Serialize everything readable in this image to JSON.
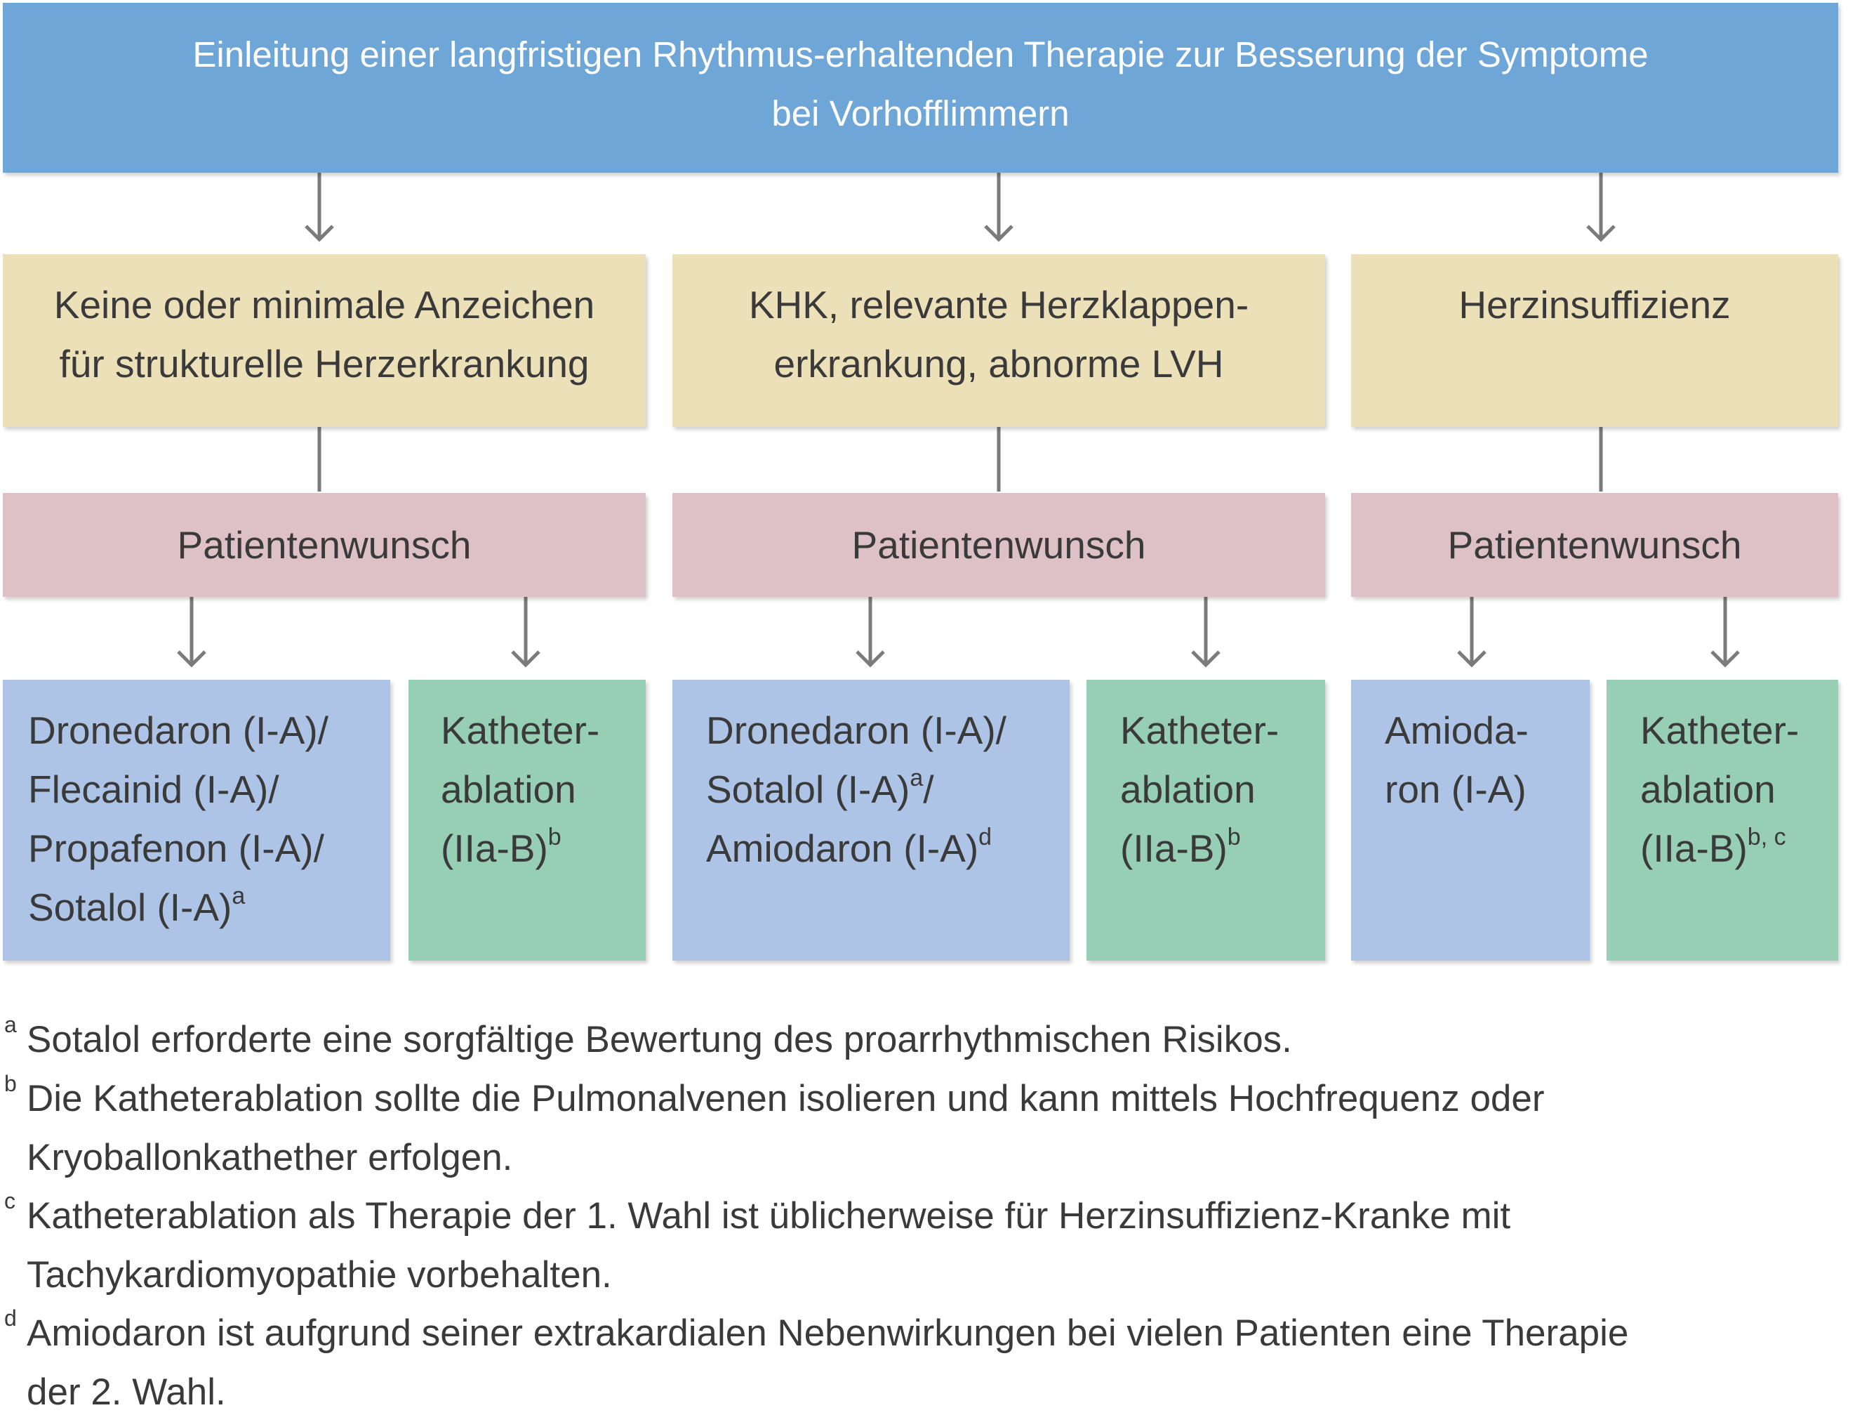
{
  "top_box": {
    "line1": "Einleitung einer langfristigen Rhythmus-erhaltenden Therapie zur Besserung der Symptome",
    "line2": "bei Vorhofflimmern"
  },
  "columns": [
    {
      "condition_lines": [
        "Keine oder minimale Anzeichen",
        "für strukturelle Herzerkrankung"
      ],
      "wish": "Patientenwunsch",
      "drug_lines": [
        {
          "text": "Dronedaron (I-A)/",
          "sup": ""
        },
        {
          "text": "Flecainid (I-A)/",
          "sup": ""
        },
        {
          "text": "Propafenon (I-A)/",
          "sup": ""
        },
        {
          "text": "Sotalol (I-A)",
          "sup": "a"
        }
      ],
      "ablation_lines": [
        {
          "text": "Katheter-",
          "sup": ""
        },
        {
          "text": "ablation",
          "sup": ""
        },
        {
          "text": "(IIa-B)",
          "sup": "b"
        }
      ]
    },
    {
      "condition_lines": [
        "KHK, relevante Herzklappen-",
        "erkrankung, abnorme LVH"
      ],
      "wish": "Patientenwunsch",
      "drug_lines": [
        {
          "text": "Dronedaron (I-A)/",
          "sup": ""
        },
        {
          "text": "Sotalol (I-A)",
          "sup": "a",
          "after": "/"
        },
        {
          "text": "Amiodaron (I-A)",
          "sup": "d"
        }
      ],
      "ablation_lines": [
        {
          "text": "Katheter-",
          "sup": ""
        },
        {
          "text": "ablation",
          "sup": ""
        },
        {
          "text": "(IIa-B)",
          "sup": "b"
        }
      ]
    },
    {
      "condition_lines": [
        "Herzinsuffizienz"
      ],
      "wish": "Patientenwunsch",
      "drug_lines": [
        {
          "text": "Amioda-",
          "sup": ""
        },
        {
          "text": "ron (I-A)",
          "sup": ""
        }
      ],
      "ablation_lines": [
        {
          "text": "Katheter-",
          "sup": ""
        },
        {
          "text": "ablation",
          "sup": ""
        },
        {
          "text": "(IIa-B)",
          "sup": "b, c"
        }
      ]
    }
  ],
  "footnotes": [
    {
      "mark": "a",
      "lines": [
        "Sotalol erforderte eine sorgfältige Bewertung des proarrhythmischen Risikos."
      ]
    },
    {
      "mark": "b",
      "lines": [
        "Die Katheterablation sollte die Pulmonalvenen isolieren und kann mittels Hochfrequenz oder",
        "Kryoballonkathether erfolgen."
      ]
    },
    {
      "mark": "c",
      "lines": [
        "Katheterablation als Therapie der 1. Wahl ist üblicherweise für Herzinsuffizienz-Kranke mit",
        "Tachykardiomyopathie vorbehalten."
      ]
    },
    {
      "mark": "d",
      "lines": [
        "Amiodaron ist aufgrund seiner extrakardialen Nebenwirkungen bei vielen Patienten eine Therapie",
        "der 2. Wahl."
      ]
    }
  ],
  "colors": {
    "top": "#6fa6d8",
    "condition": "#ebe0b8",
    "wish": "#dec1c6",
    "drug": "#adc4e6",
    "ablation": "#96cfb6",
    "connector": "#7b7b7b"
  }
}
